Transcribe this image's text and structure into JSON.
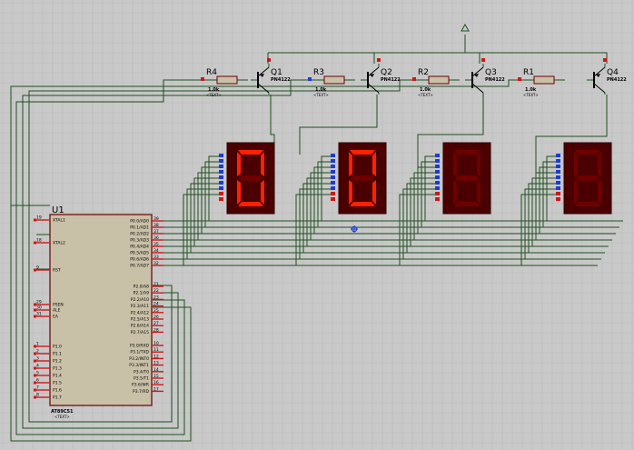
{
  "colors": {
    "grid": "#b9b9b9",
    "grid_major": "#a9a9a9",
    "sheet": "#c9c9c9",
    "wire": "#1f4f1f",
    "component_outline": "#6a0000",
    "component_fill": "#c9c0a8",
    "pin": "#d21616",
    "pin_blue": "#1d3bd6",
    "display_bg": "#4a0000",
    "segment_on": "#ff2200",
    "segment_off": "#6e0000",
    "text": "#000000"
  },
  "mcu": {
    "ref": "U1",
    "part": "AT89C51",
    "text_placeholder": "<TEXT>",
    "left_pins": [
      {
        "num": "19",
        "name": "XTAL1"
      },
      {
        "num": "18",
        "name": "XTAL2"
      },
      {
        "num": "9",
        "name": "RST"
      },
      {
        "num": "29",
        "name": "PSEN"
      },
      {
        "num": "30",
        "name": "ALE"
      },
      {
        "num": "31",
        "name": "EA"
      },
      {
        "num": "1",
        "name": "P1.0"
      },
      {
        "num": "2",
        "name": "P1.1"
      },
      {
        "num": "3",
        "name": "P1.2"
      },
      {
        "num": "4",
        "name": "P1.3"
      },
      {
        "num": "5",
        "name": "P1.4"
      },
      {
        "num": "6",
        "name": "P1.5"
      },
      {
        "num": "7",
        "name": "P1.6"
      },
      {
        "num": "8",
        "name": "P1.7"
      }
    ],
    "right_pins": [
      {
        "num": "39",
        "name": "P0.0/AD0"
      },
      {
        "num": "38",
        "name": "P0.1/AD1"
      },
      {
        "num": "37",
        "name": "P0.2/AD2"
      },
      {
        "num": "36",
        "name": "P0.3/AD3"
      },
      {
        "num": "35",
        "name": "P0.4/AD4"
      },
      {
        "num": "34",
        "name": "P0.5/AD5"
      },
      {
        "num": "33",
        "name": "P0.6/AD6"
      },
      {
        "num": "32",
        "name": "P0.7/AD7"
      },
      {
        "num": "21",
        "name": "P2.0/A8"
      },
      {
        "num": "22",
        "name": "P2.1/A9"
      },
      {
        "num": "23",
        "name": "P2.2/A10"
      },
      {
        "num": "24",
        "name": "P2.3/A11"
      },
      {
        "num": "25",
        "name": "P2.4/A12"
      },
      {
        "num": "26",
        "name": "P2.5/A13"
      },
      {
        "num": "27",
        "name": "P2.6/A14"
      },
      {
        "num": "28",
        "name": "P2.7/A15"
      },
      {
        "num": "10",
        "name": "P3.0/RXD"
      },
      {
        "num": "11",
        "name": "P3.1/TXD"
      },
      {
        "num": "12",
        "name": "P3.2/INT0"
      },
      {
        "num": "13",
        "name": "P3.3/INT1"
      },
      {
        "num": "14",
        "name": "P3.4/T0"
      },
      {
        "num": "15",
        "name": "P3.5/T1"
      },
      {
        "num": "16",
        "name": "P3.6/WR"
      },
      {
        "num": "17",
        "name": "P3.7/RD"
      }
    ]
  },
  "transistors": [
    {
      "ref": "Q1",
      "part": "PN4122"
    },
    {
      "ref": "Q2",
      "part": "PN4122"
    },
    {
      "ref": "Q3",
      "part": "PN4122"
    },
    {
      "ref": "Q4",
      "part": "PN4122"
    }
  ],
  "resistors": [
    {
      "ref": "R4",
      "value": "1.0k",
      "text": "<TEXT>"
    },
    {
      "ref": "R3",
      "value": "1.0k",
      "text": "<TEXT>"
    },
    {
      "ref": "R2",
      "value": "1.0k",
      "text": "<TEXT>"
    },
    {
      "ref": "R1",
      "value": "1.0k",
      "text": "<TEXT>"
    }
  ],
  "displays": [
    {
      "digit": "0",
      "lit": true
    },
    {
      "digit": "0",
      "lit": true
    },
    {
      "digit": "8",
      "lit": false
    },
    {
      "digit": "8",
      "lit": false
    }
  ]
}
